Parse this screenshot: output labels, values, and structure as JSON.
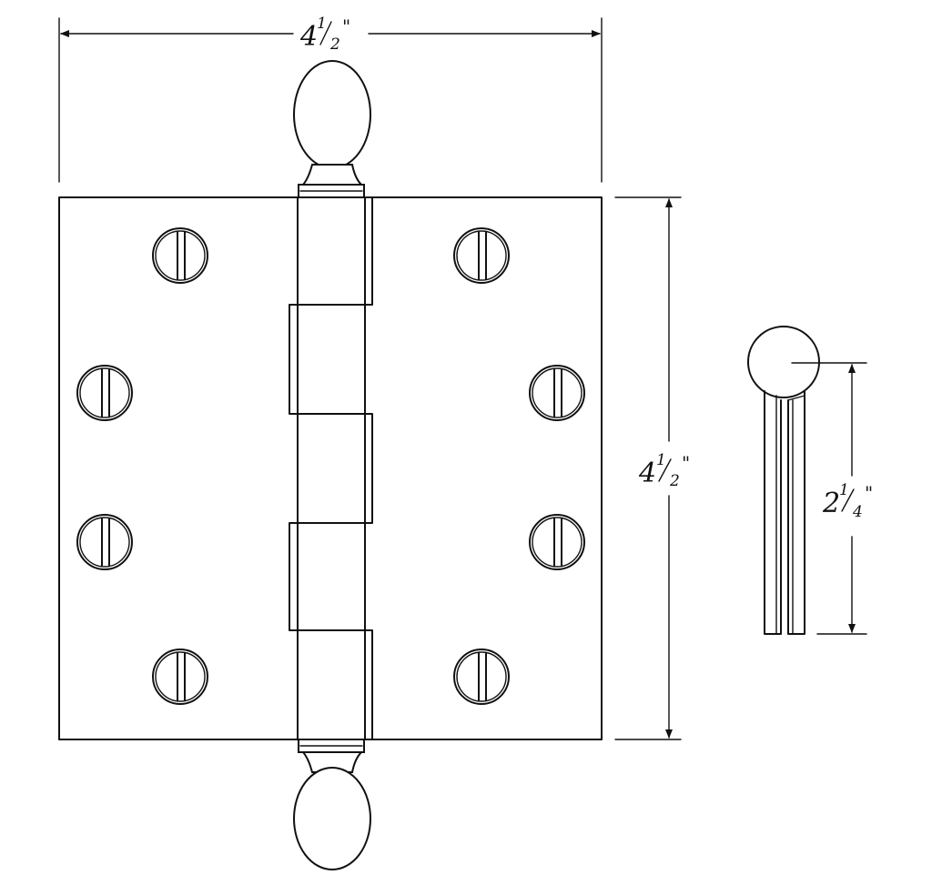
{
  "dimensions": {
    "width": {
      "whole": "4",
      "numerator": "1",
      "denominator": "2",
      "unit": "\""
    },
    "height": {
      "whole": "4",
      "numerator": "1",
      "denominator": "2",
      "unit": "\""
    },
    "side_height": {
      "whole": "2",
      "numerator": "1",
      "denominator": "4",
      "unit": "\""
    }
  },
  "colors": {
    "line": "#111111",
    "background": "#ffffff"
  }
}
